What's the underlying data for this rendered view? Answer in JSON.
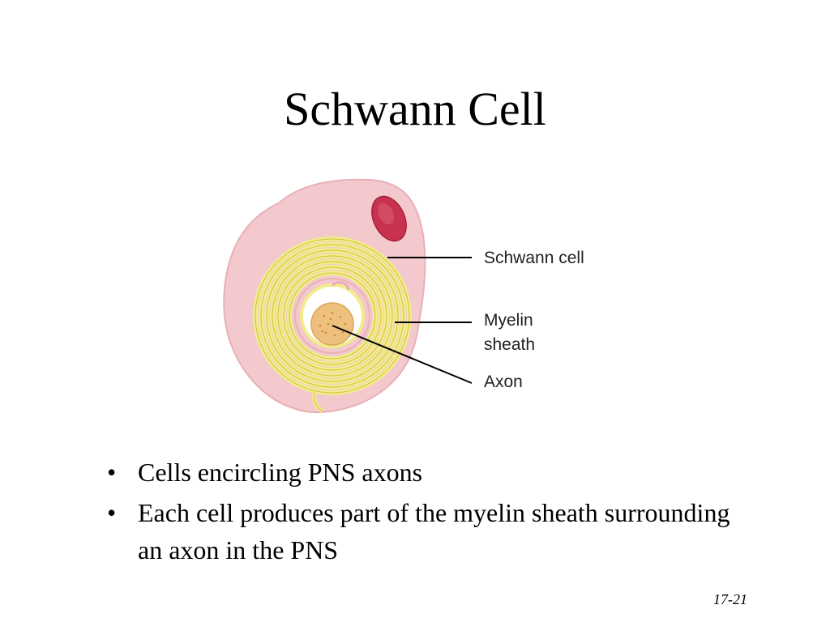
{
  "slide": {
    "title": "Schwann Cell",
    "figure": {
      "labels": {
        "schwann_cell": "Schwann cell",
        "myelin_line1": "Myelin",
        "myelin_line2": "sheath",
        "axon": "Axon"
      },
      "colors": {
        "cytoplasm": "#f3c9cd",
        "cytoplasm_edge": "#e9b0b7",
        "myelin": "#f2ec8a",
        "myelin_line": "#cfc240",
        "nucleus": "#c8324f",
        "axon": "#eec07e"
      }
    },
    "bullets": [
      "Cells encircling PNS axons",
      "Each cell produces part of the myelin sheath surrounding an axon in the PNS"
    ],
    "bullet_glyph": "•",
    "page_number": "17-21"
  }
}
